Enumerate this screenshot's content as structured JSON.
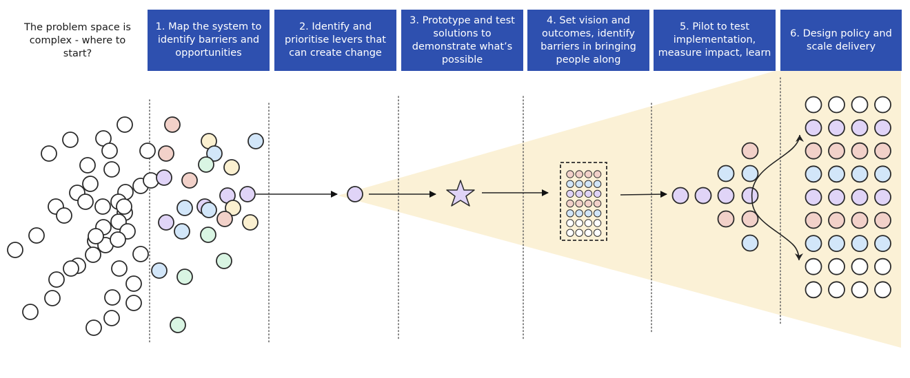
{
  "intro_text": "The problem space is complex - where to start?",
  "stages": [
    {
      "label": "1. Map the system to identify barriers and opportunities"
    },
    {
      "label": "2. Identify and prioritise levers that can create change"
    },
    {
      "label": "3. Prototype and test solutions to demonstrate what’s possible"
    },
    {
      "label": "4. Set vision and outcomes, identify barriers in bringing people along"
    },
    {
      "label": "5. Pilot to test implementation, measure impact, learn"
    },
    {
      "label": "6. Design policy and scale delivery"
    }
  ],
  "colors": {
    "header_bg": "#2e50af",
    "header_text": "#ffffff",
    "funnel": "#fbf1d6",
    "outline": "#2a2a2a",
    "purple": "#e0d4f7",
    "pink": "#f2d1c9",
    "blue": "#d2e6f9",
    "yellow": "#fbf0d0",
    "green": "#d9f5e3",
    "empty": "#ffffff"
  },
  "visual_elements": {
    "scattered_problem_circles": "uncoloured",
    "mapped_circles_colours": [
      "pink",
      "yellow",
      "blue",
      "green",
      "purple"
    ],
    "selected_lever": "purple-circle",
    "prototype": "purple-star",
    "vision_grid_rows": [
      "pink",
      "blue",
      "purple",
      "pink",
      "blue",
      "empty",
      "empty"
    ],
    "pilot_formation": {
      "row_center": [
        "purple",
        "purple",
        "purple",
        "purple"
      ],
      "upper": [
        "blue",
        "blue",
        "pink"
      ],
      "lower": [
        "pink",
        "pink",
        "blue"
      ]
    },
    "scaled_grid_rows": [
      "empty",
      "purple",
      "pink",
      "blue",
      "purple",
      "pink",
      "blue",
      "empty",
      "empty"
    ],
    "scaled_grid_columns": 4
  }
}
